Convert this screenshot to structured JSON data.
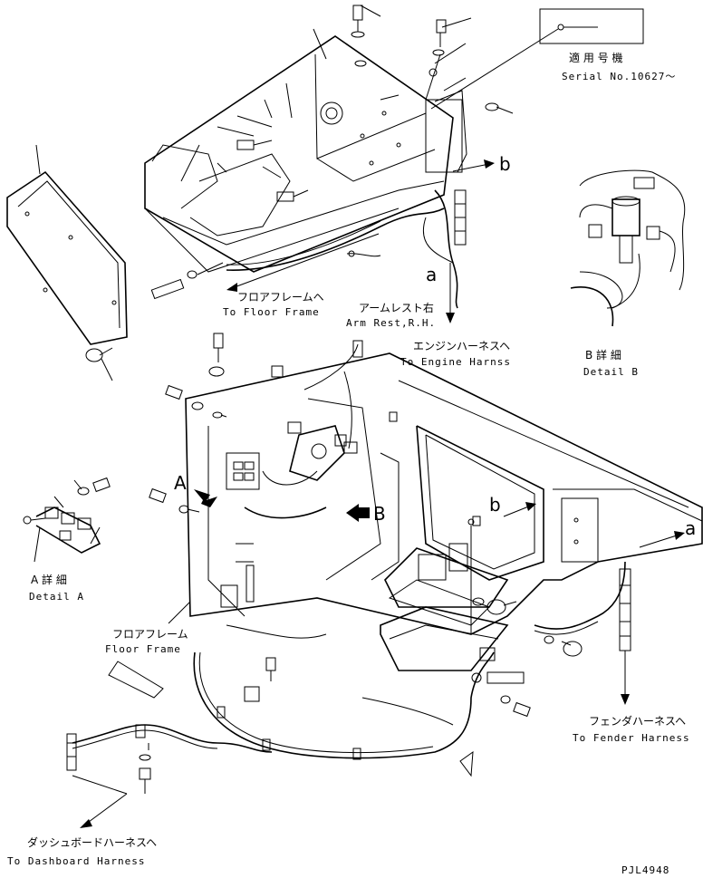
{
  "serial_box": {
    "jp": "適 用 号 機",
    "en": "Serial No.10627～"
  },
  "labels": {
    "floor_frame_top_jp": "フロアフレームヘ",
    "floor_frame_top_en": "To Floor Frame",
    "arm_rest_jp": "アームレスト右",
    "arm_rest_en": "Arm Rest,R.H.",
    "engine_harness_jp": "エンジンハーネスヘ",
    "engine_harness_en": "To Engine Harnss",
    "detail_b_jp": "B 詳 細",
    "detail_b_en": "Detail B",
    "detail_a_jp": "A 詳 細",
    "detail_a_en": "Detail A",
    "floor_frame_jp": "フロアフレーム",
    "floor_frame_en": "Floor Frame",
    "fender_harness_jp": "フェンダハーネスヘ",
    "fender_harness_en": "To Fender Harness",
    "dashboard_harness_jp": "ダッシュボードハーネスヘ",
    "dashboard_harness_en": "To Dashboard Harness",
    "drawing_no": "PJL4948"
  },
  "markers": {
    "a_top": "a",
    "b_top": "b",
    "a_right": "a",
    "b_mid": "b",
    "view_a": "A",
    "view_b": "B"
  }
}
